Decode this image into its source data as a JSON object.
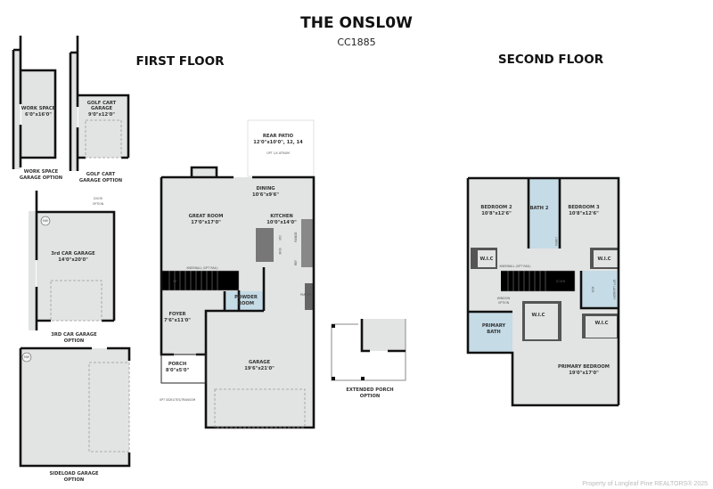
{
  "header": {
    "title": "THE ONSL0W",
    "plan_code": "CC1885"
  },
  "first_floor": {
    "heading": "FIRST FLOOR",
    "rooms": {
      "rear_patio": {
        "name": "REAR PATIO",
        "size": "12'0\"x10'0\", 12, 14",
        "note": "OPT 1/4 ATRIUM"
      },
      "dining": {
        "name": "DINING",
        "size": "10'6\"x9'6\""
      },
      "great_room": {
        "name": "GREAT ROOM",
        "size": "17'0\"x17'0\""
      },
      "kitchen": {
        "name": "KITCHEN",
        "size": "10'0\"x14'0\""
      },
      "powder_room": {
        "name": "POWDER",
        "name2": "ROOM"
      },
      "foyer": {
        "name": "FOYER",
        "size": "7'6\"x11'0\""
      },
      "porch": {
        "name": "PORCH",
        "size": "8'0\"x5'0\""
      },
      "garage": {
        "name": "GARAGE",
        "size": "19'6\"x21'0\""
      }
    },
    "fixtures": {
      "kneewall": "KNEEWALL (OPT RAIL)",
      "up": "UP",
      "range": "RANGE",
      "dw": "DW",
      "sink": "SINK",
      "ref": "REF",
      "pantry": "PANTRY",
      "sidelites": "OPT SIDELITES/TRANSOM"
    }
  },
  "options": {
    "work_space": {
      "name": "WORK SPACE",
      "size": "6'0\"x16'0\"",
      "caption1": "WORK SPACE",
      "caption2": "GARAGE OPTION"
    },
    "golf_cart": {
      "name1": "GOLF CART",
      "name2": "GARAGE",
      "size": "9'0\"x12'0\"",
      "caption1": "GOLF CART",
      "caption2": "GARAGE OPTION"
    },
    "third_car": {
      "name": "3rd CAR GARAGE",
      "size": "14'0\"x20'0\"",
      "door1": "DOOR",
      "door2": "OPTION",
      "mw": "MW",
      "caption1": "3RD CAR GARAGE",
      "caption2": "OPTION"
    },
    "sideload": {
      "mw": "MW",
      "caption1": "SIDELOAD GARAGE",
      "caption2": "OPTION"
    },
    "extended_porch": {
      "caption1": "EXTENDED PORCH",
      "caption2": "OPTION"
    }
  },
  "second_floor": {
    "heading": "SECOND FLOOR",
    "rooms": {
      "bedroom2": {
        "name": "BEDROOM 2",
        "size": "10'8\"x12'6\""
      },
      "bath2": {
        "name": "BATH 2"
      },
      "bedroom3": {
        "name": "BEDROOM 3",
        "size": "10'8\"x12'6\""
      },
      "wic": "W.I.C",
      "primary_bath": {
        "name1": "PRIMARY",
        "name2": "BATH"
      },
      "primary_bedroom": {
        "name": "PRIMARY BEDROOM",
        "size": "19'0\"x17'0\""
      }
    },
    "fixtures": {
      "kneewall": "KNEEWALL (OPT RAIL)",
      "down": "DOWN",
      "window1": "WINDOW",
      "window2": "OPTION",
      "linen": "LINEN",
      "laundry1": "OPT LAUNDRY",
      "laundry2": "W/D"
    }
  },
  "footer": {
    "watermark": "Property of Longleaf Pine REALTORS® 2025"
  }
}
